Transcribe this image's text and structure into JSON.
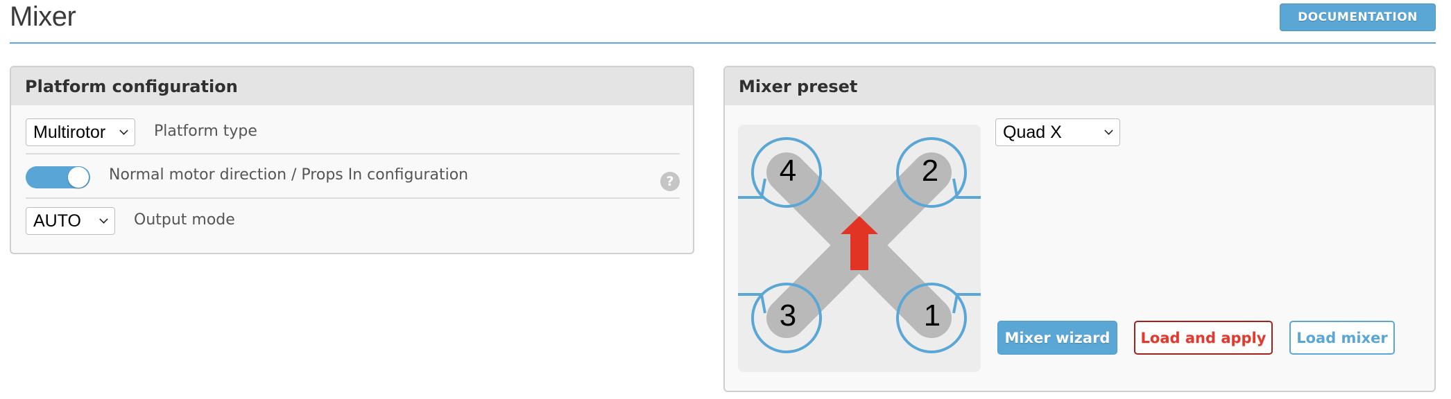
{
  "header": {
    "title": "Mixer",
    "documentation_label": "DOCUMENTATION"
  },
  "colors": {
    "accent": "#59a8d6",
    "danger": "#e23a2e",
    "danger_border": "#a3201a",
    "panel_header_bg": "#e4e4e4",
    "panel_body_bg": "#f9f9f9",
    "arm_gray": "#b9b9b9",
    "direction_arrow": "#e23424"
  },
  "platform_config": {
    "title": "Platform configuration",
    "platform_type": {
      "value": "Multirotor",
      "label": "Platform type"
    },
    "motor_direction": {
      "enabled": true,
      "label": "Normal motor direction / Props In configuration",
      "help_icon": "question-circle-icon",
      "help_glyph": "?"
    },
    "output_mode": {
      "value": "AUTO",
      "label": "Output mode"
    }
  },
  "mixer_preset": {
    "title": "Mixer preset",
    "preset_value": "Quad X",
    "diagram": {
      "motors": [
        {
          "number": "4",
          "position": "top-left"
        },
        {
          "number": "2",
          "position": "top-right"
        },
        {
          "number": "3",
          "position": "bottom-left"
        },
        {
          "number": "1",
          "position": "bottom-right"
        }
      ],
      "arrow": "forward-arrow-icon"
    },
    "buttons": {
      "wizard": "Mixer wizard",
      "load_apply": "Load and apply",
      "load_mixer": "Load mixer"
    }
  }
}
